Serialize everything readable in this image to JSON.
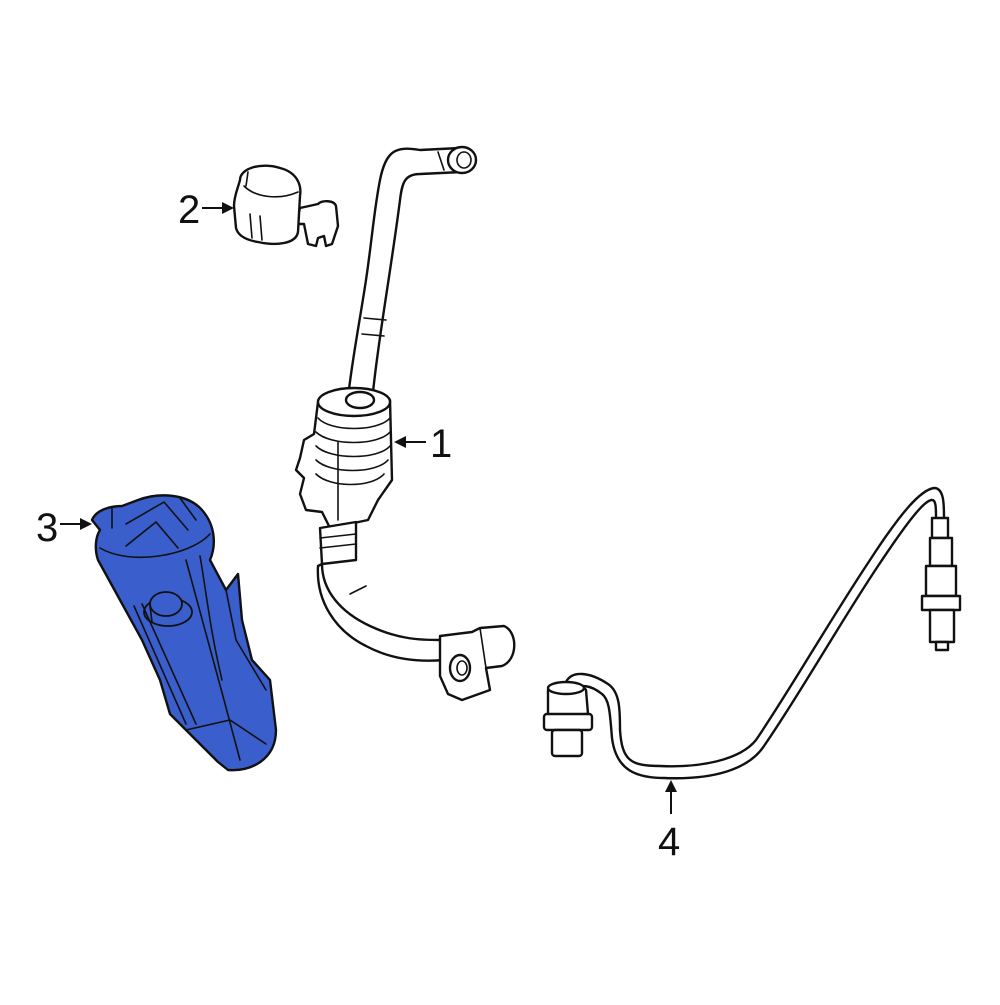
{
  "diagram": {
    "type": "parts-exploded-view",
    "highlight_color": "#3a5fcd",
    "outline_color": "#111111",
    "background": "#ffffff",
    "callouts": [
      {
        "number": "1",
        "part": "sensor-harness-with-connector",
        "arrow": "left"
      },
      {
        "number": "2",
        "part": "connector-cap",
        "arrow": "right"
      },
      {
        "number": "3",
        "part": "highlighted-housing-bracket",
        "arrow": "right",
        "highlighted": true
      },
      {
        "number": "4",
        "part": "oxygen-sensor-with-cable",
        "arrow": "up"
      }
    ]
  }
}
